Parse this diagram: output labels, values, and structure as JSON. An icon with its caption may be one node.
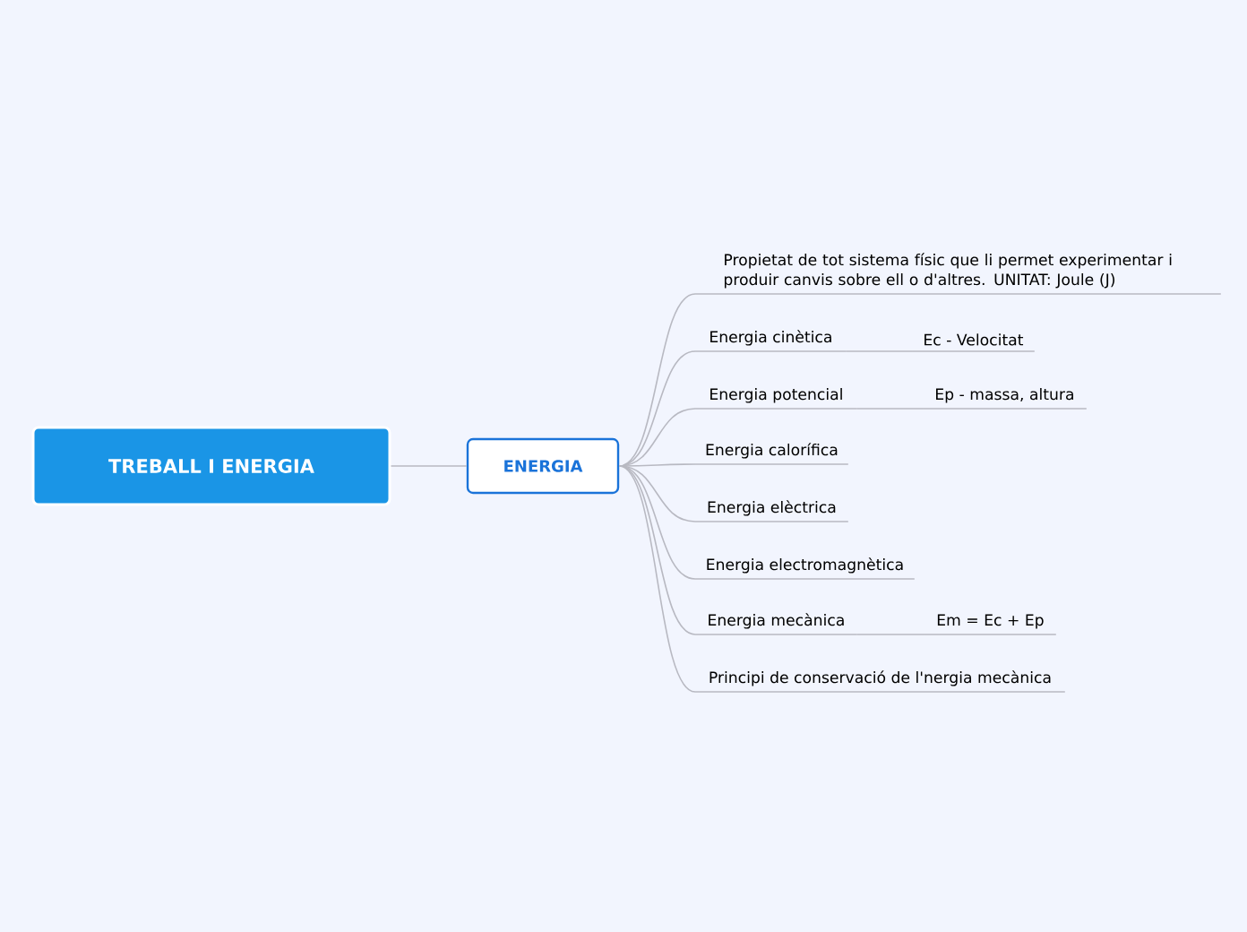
{
  "diagram": {
    "nodes": [
      {
        "text": [
          "TREBALL I ENERGIA"
        ]
      },
      {
        "text": [
          "ENERGIA"
        ]
      },
      {
        "text": [
          "Propietat de tot sistema físic que li permet experimentar i produir canvis sobre ell o d'altres. UNITAT: Joule (J)"
        ]
      },
      {
        "text": [
          "Energia cinètica"
        ]
      },
      {
        "text": [
          "Energia potencial"
        ]
      },
      {
        "text": [
          "Energia calorífica"
        ]
      },
      {
        "text": [
          "Energia elèctrica"
        ]
      },
      {
        "text": [
          "Energia electromagnètica"
        ]
      },
      {
        "text": [
          "Energia mecànica"
        ]
      },
      {
        "text": [
          "Principi de conservació de l'nergia mecànica"
        ]
      },
      {
        "text": [
          "Ec - Velocitat"
        ]
      },
      {
        "text": [
          "Ep - massa, altura"
        ]
      },
      {
        "text": [
          "Em = Ec + Ep"
        ]
      }
    ],
    "edges": [
      {
        "from": 0,
        "to": 1,
        "arrow": "none"
      },
      {
        "from": 1,
        "to": 2,
        "arrow": "none"
      },
      {
        "from": 1,
        "to": 3,
        "arrow": "none"
      },
      {
        "from": 1,
        "to": 4,
        "arrow": "none"
      },
      {
        "from": 1,
        "to": 5,
        "arrow": "none"
      },
      {
        "from": 1,
        "to": 6,
        "arrow": "none"
      },
      {
        "from": 1,
        "to": 7,
        "arrow": "none"
      },
      {
        "from": 1,
        "to": 8,
        "arrow": "none"
      },
      {
        "from": 1,
        "to": 9,
        "arrow": "none"
      },
      {
        "from": 3,
        "to": 10,
        "arrow": "none"
      },
      {
        "from": 4,
        "to": 11,
        "arrow": "none"
      },
      {
        "from": 8,
        "to": 12,
        "arrow": "none"
      }
    ]
  }
}
